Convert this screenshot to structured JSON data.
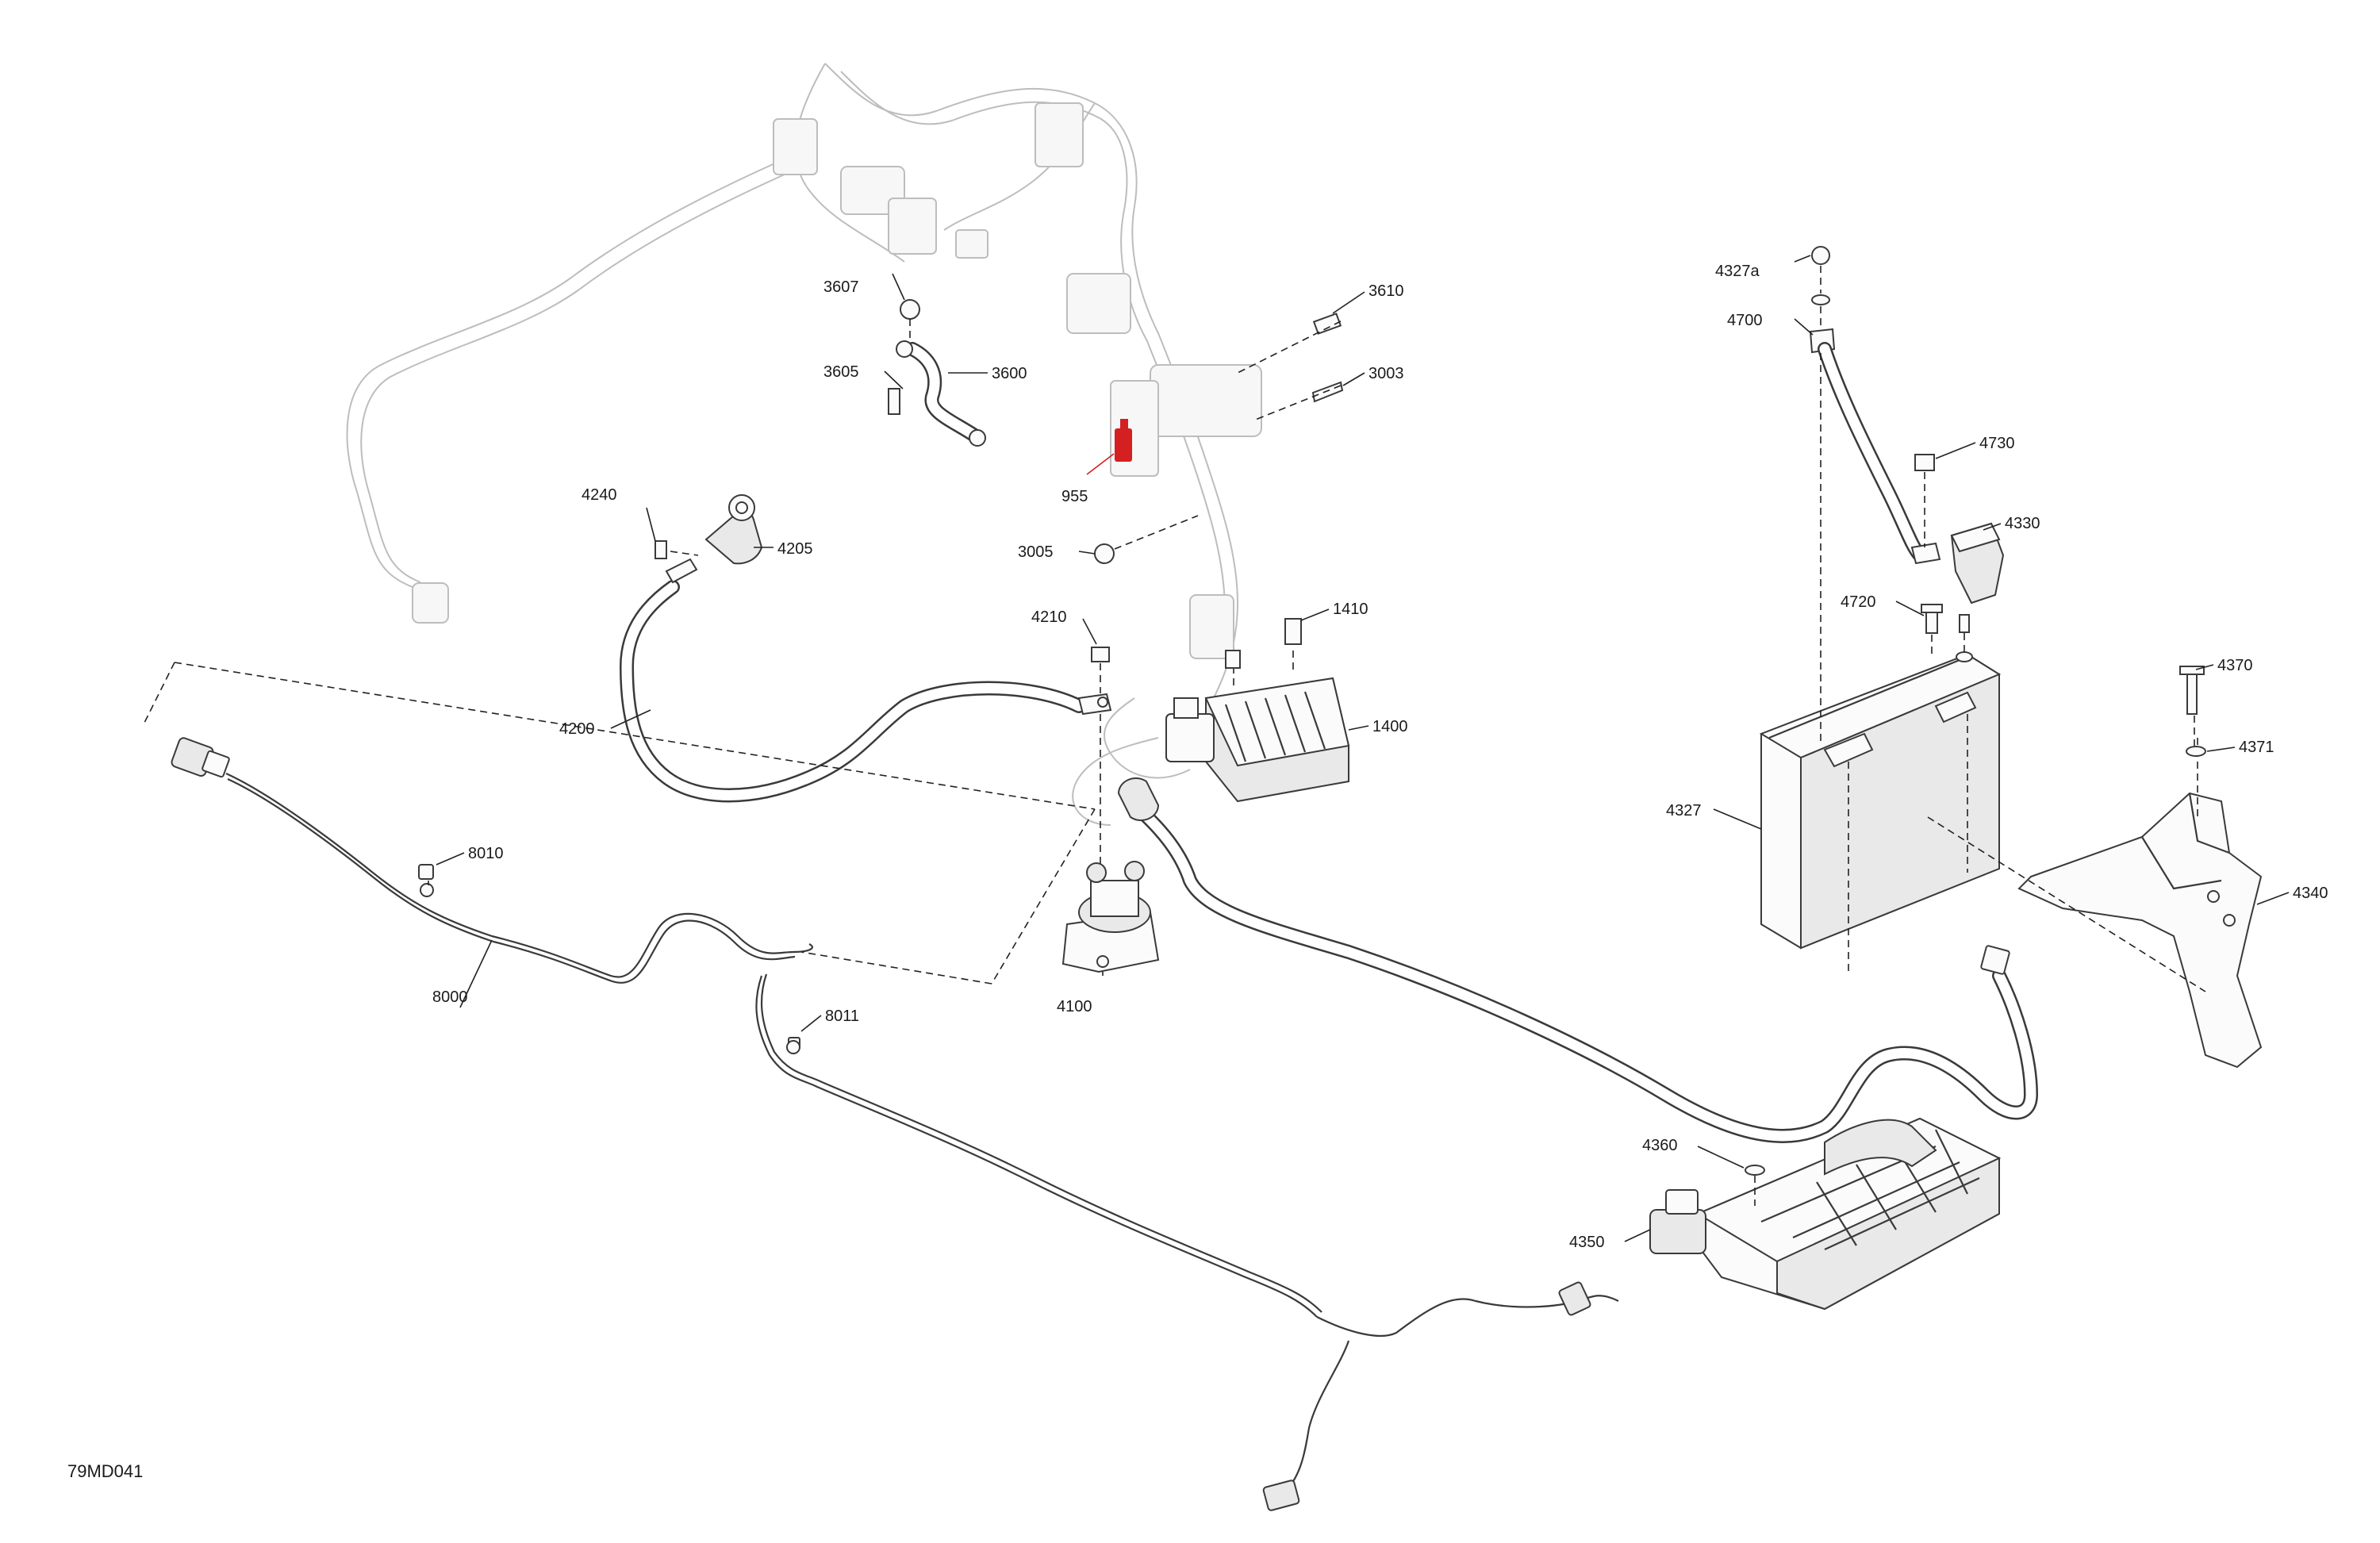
{
  "diagram": {
    "reference_code": "79MD041",
    "highlight_color": "#d42020",
    "line_color": "#222222",
    "ghost_color": "#bdbdbd",
    "labels": {
      "p955": "955",
      "p1400": "1400",
      "p1410": "1410",
      "p3003": "3003",
      "p3005": "3005",
      "p3600": "3600",
      "p3605": "3605",
      "p3607": "3607",
      "p3610": "3610",
      "p4100": "4100",
      "p4200": "4200",
      "p4205": "4205",
      "p4210": "4210",
      "p4240": "4240",
      "p4327": "4327",
      "p4327a": "4327a",
      "p4330": "4330",
      "p4340": "4340",
      "p4350": "4350",
      "p4360": "4360",
      "p4370": "4370",
      "p4371": "4371",
      "p4700": "4700",
      "p4720": "4720",
      "p4730": "4730",
      "p8000": "8000",
      "p8010": "8010",
      "p8011": "8011"
    }
  }
}
